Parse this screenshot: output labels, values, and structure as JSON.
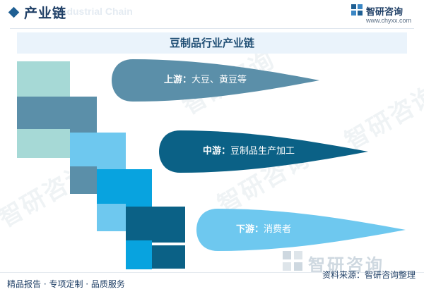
{
  "header": {
    "title": "产业链",
    "subtitle": "Industrial Chain",
    "brand_name": "智研咨询",
    "brand_url": "www.chyxx.com"
  },
  "banner": {
    "title": "豆制品行业产业链"
  },
  "stages": [
    {
      "name": "上游",
      "separator": "：",
      "desc": "大豆、黄豆等",
      "color": "#5b8fa9"
    },
    {
      "name": "中游",
      "separator": "：",
      "desc": "豆制品生产加工",
      "color": "#0b6186"
    },
    {
      "name": "下游",
      "separator": "：",
      "desc": "消费者",
      "color": "#6ec8ef"
    }
  ],
  "watermark": {
    "text": "智研咨询"
  },
  "footer": {
    "left": "精品报告 · 专项定制 · 品质服务",
    "brand": "智研咨询",
    "source": "资料来源：智研咨询整理"
  }
}
